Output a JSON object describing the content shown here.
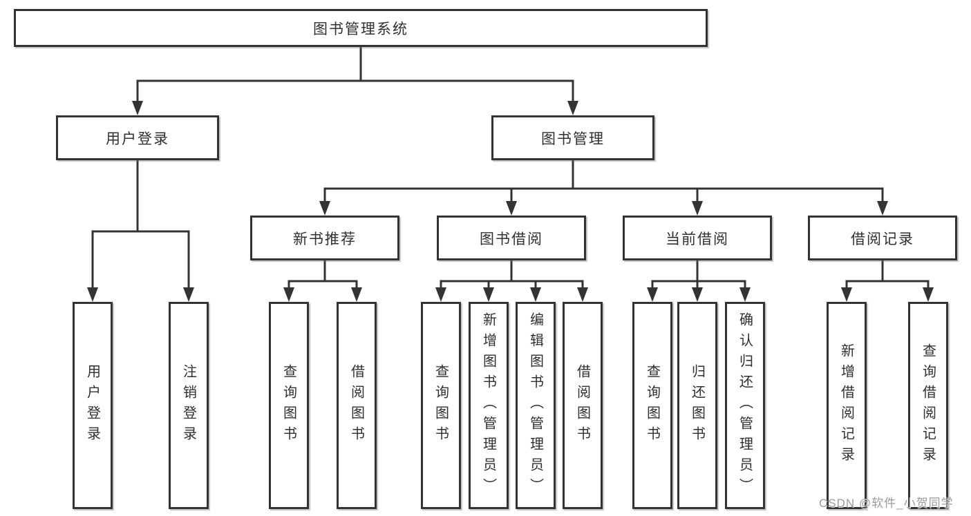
{
  "colors": {
    "line": "#333333",
    "box_border": "#333333",
    "text": "#2f2f2f",
    "watermark": "#9a9a9a",
    "background": "#ffffff"
  },
  "watermark": {
    "text": "CSDN @软件_小贺同学"
  },
  "tree": {
    "label": "图书管理系统",
    "children": [
      {
        "label": "用户登录",
        "children": [
          {
            "label": "用户登录"
          },
          {
            "label": "注销登录"
          }
        ]
      },
      {
        "label": "图书管理",
        "children": [
          {
            "label": "新书推荐",
            "children": [
              {
                "label": "查询图书"
              },
              {
                "label": "借阅图书"
              }
            ]
          },
          {
            "label": "图书借阅",
            "children": [
              {
                "label": "查询图书"
              },
              {
                "label": "新增图书（管理员）"
              },
              {
                "label": "编辑图书（管理员）"
              },
              {
                "label": "借阅图书"
              }
            ]
          },
          {
            "label": "当前借阅",
            "children": [
              {
                "label": "查询图书"
              },
              {
                "label": "归还图书"
              },
              {
                "label": "确认归还（管理员）"
              }
            ]
          },
          {
            "label": "借阅记录",
            "children": [
              {
                "label": "新增借阅记录"
              },
              {
                "label": "查询借阅记录"
              }
            ]
          }
        ]
      }
    ]
  }
}
